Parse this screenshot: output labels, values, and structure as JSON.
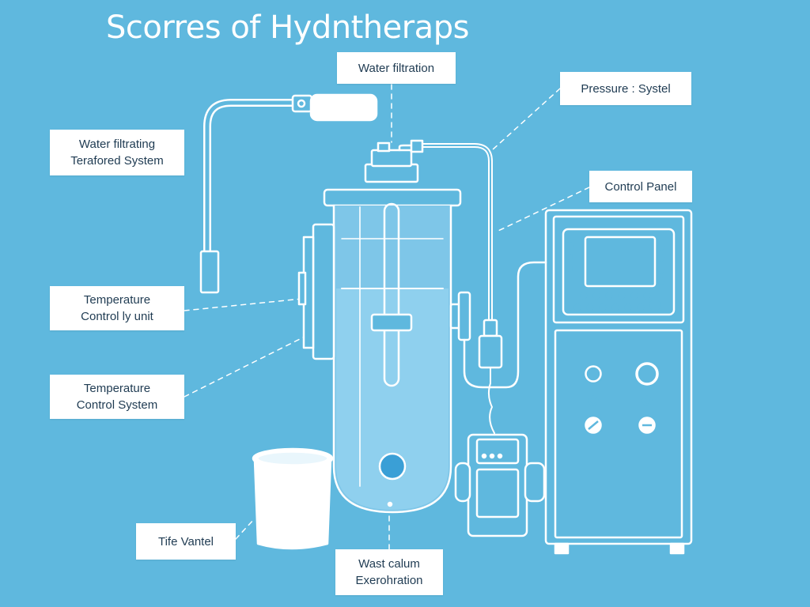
{
  "title": "Scorres of Hydntheraps",
  "labels": {
    "water_filtration": "Water filtration",
    "pressure_system": "Pressure : Systel",
    "water_filtrating_line1": "Water filtrating",
    "water_filtrating_line2": "Terafored System",
    "control_panel": "Control Panel",
    "temp_unit_line1": "Temperature",
    "temp_unit_line2": "Control ly unit",
    "temp_system_line1": "Temperature",
    "temp_system_line2": "Control System",
    "tife_vantel": "Tife Vantel",
    "wast_line1": "Wast calum",
    "wast_line2": "Exerohration"
  },
  "colors": {
    "background": "#5fb8de",
    "line": "#ffffff",
    "screen": "#5fb8de",
    "liquid": "#8fd0ee",
    "drain_dot": "#3a9fd6"
  }
}
